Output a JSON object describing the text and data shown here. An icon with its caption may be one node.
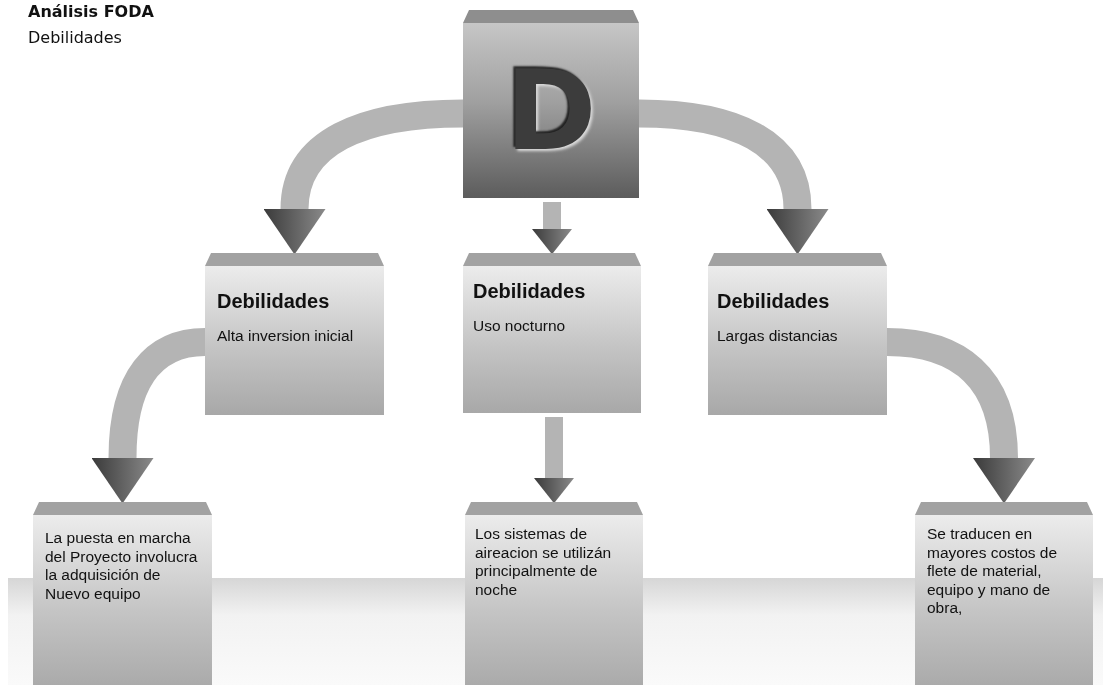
{
  "diagram": {
    "title": "Análisis FODA",
    "nodes": [
      {
        "text": [
          "D"
        ]
      },
      {
        "text": [
          "Debilidades",
          "Alta inversion inicial"
        ]
      },
      {
        "text": [
          "Debilidades",
          "Uso nocturno"
        ]
      },
      {
        "text": [
          "Debilidades",
          "Largas distancias"
        ]
      },
      {
        "text": [
          "La puesta en marcha del Proyecto involucra la adquisición de Nuevo equipo"
        ]
      },
      {
        "text": [
          "Los sistemas de aireacion se utilizán principalmente de noche"
        ]
      },
      {
        "text": [
          "Se traducen en mayores costos de flete de material, equipo y mano de obra,"
        ]
      },
      {
        "text": [],
        "shape": "bar"
      }
    ],
    "edges": [
      {
        "from": 0,
        "to": 1,
        "arrow": "to"
      },
      {
        "from": 0,
        "to": 2,
        "arrow": "to"
      },
      {
        "from": 0,
        "to": 3,
        "arrow": "to"
      },
      {
        "from": 1,
        "to": 4,
        "arrow": "to"
      },
      {
        "from": 2,
        "to": 5,
        "arrow": "to"
      },
      {
        "from": 3,
        "to": 6,
        "arrow": "to"
      }
    ],
    "labels": [
      "Debilidades"
    ]
  }
}
